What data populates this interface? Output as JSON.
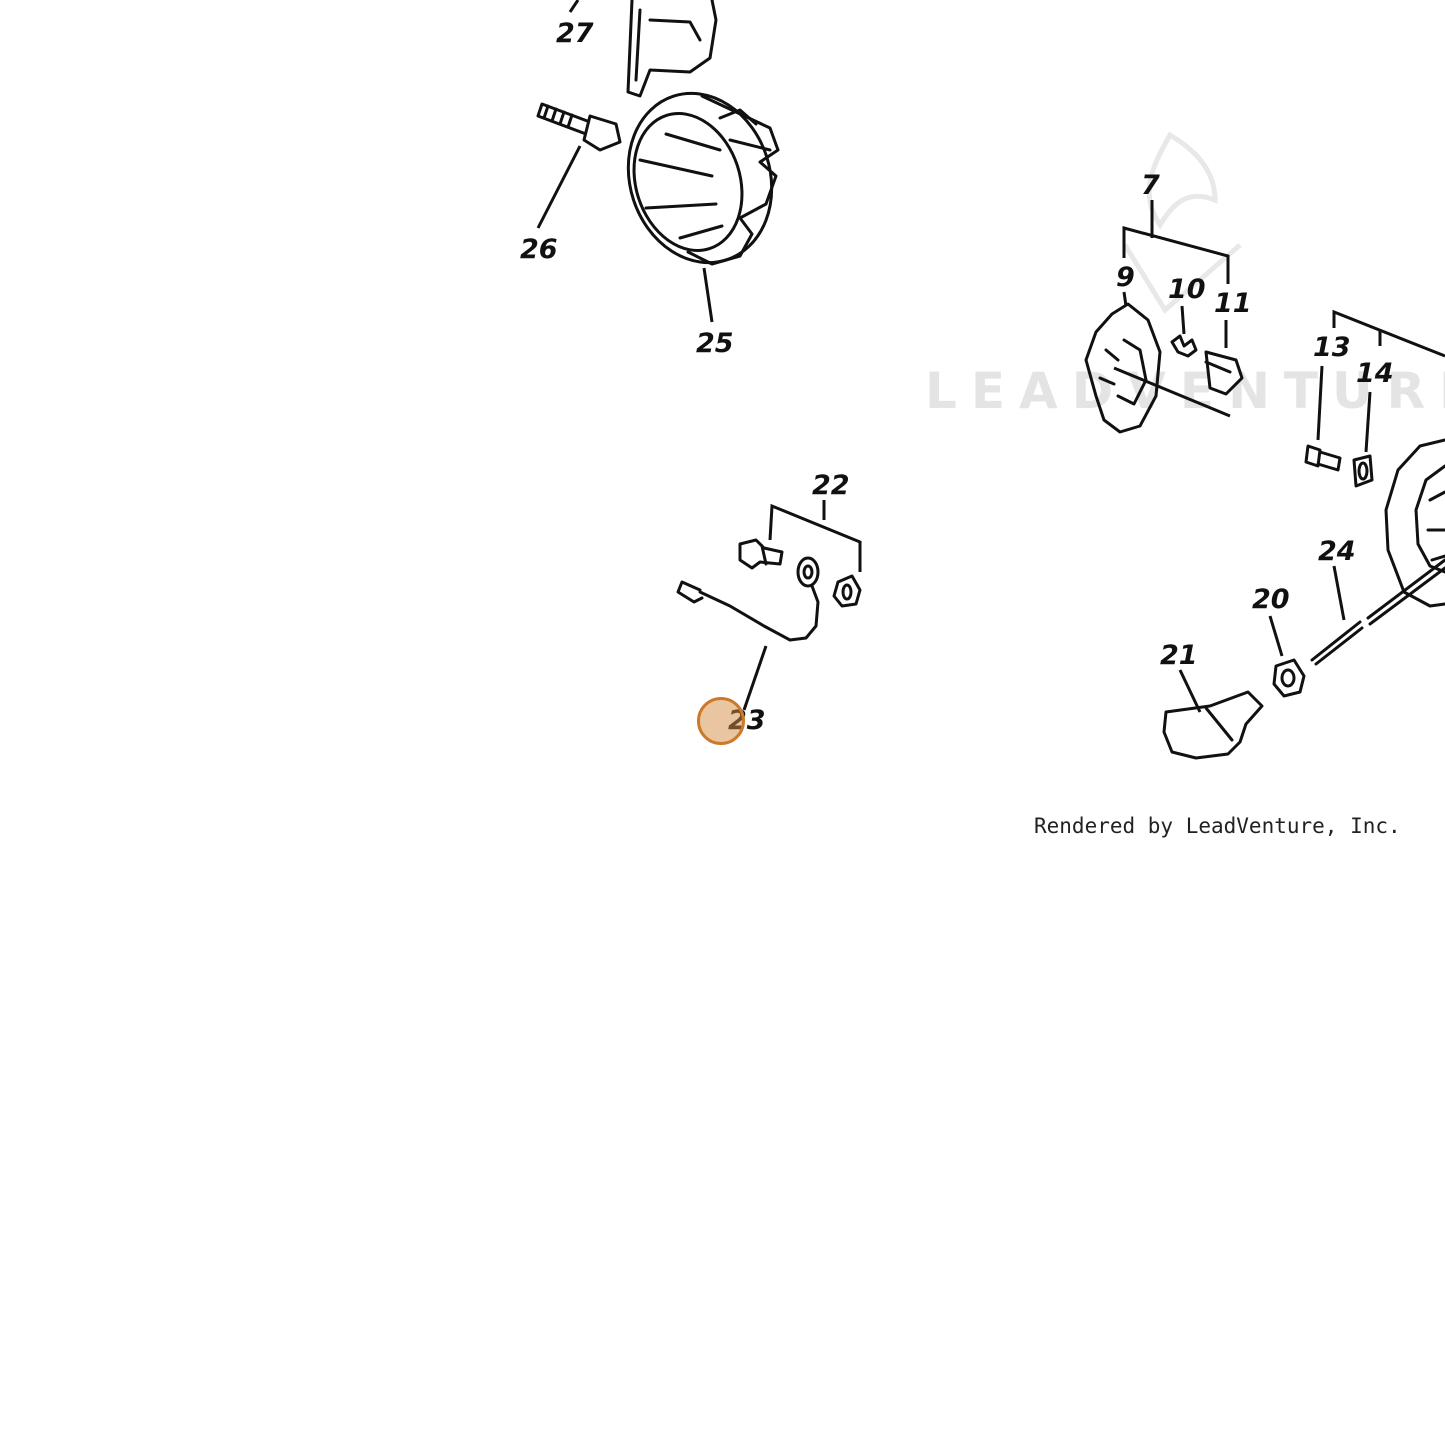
{
  "diagram": {
    "callouts": [
      "27",
      "26",
      "25",
      "7",
      "9",
      "10",
      "11",
      "13",
      "14",
      "24",
      "20",
      "21",
      "22",
      "23"
    ],
    "watermark": "LEADVENTURE",
    "credit": "Rendered by LeadVenture, Inc.",
    "highlight_color": "#d68c46",
    "selected_callout": "23"
  }
}
